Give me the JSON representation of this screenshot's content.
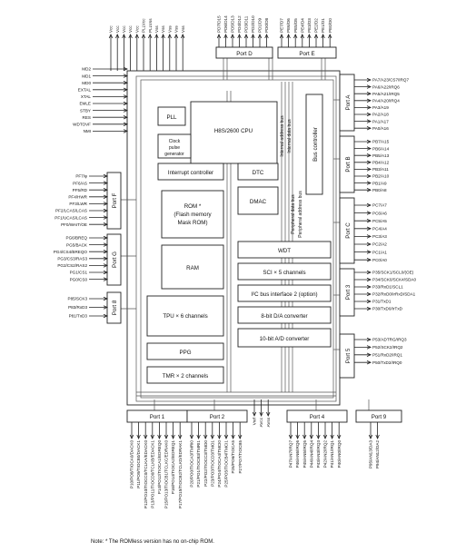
{
  "top_power_pins": [
    "Vcc",
    "Vcc",
    "Vcc",
    "Vcc",
    "Vcc",
    "PLLVcc",
    "PLLVss",
    "Vss",
    "Vss",
    "Vss",
    "Vss",
    "Vss"
  ],
  "port_d_pins": [
    "PD7/D15",
    "PD6/D14",
    "PD5/D13",
    "PD4/D12",
    "PD3/D11",
    "PD2/D10",
    "PD1/D9",
    "PD0/D8"
  ],
  "port_e_pins": [
    "PE7/D7",
    "PE6/D6",
    "PE5/D5",
    "PE4/D4",
    "PE3/D3",
    "PE2/D2",
    "PE1/D1",
    "PE0/D0"
  ],
  "left_control_pins": [
    "MD2",
    "MD1",
    "MD0",
    "EXTAL",
    "XTAL",
    "EMLE",
    "STBY",
    "RES",
    "WDTOVF",
    "NMI"
  ],
  "port_f_pins": [
    "PF7/φ",
    "PF6/AS",
    "PF5/RD",
    "PF4/HWR",
    "PF3/LWR",
    "PF2/LCAS/LCAS",
    "PF1/UCAS/LCAS",
    "PF0/WAIT/OE"
  ],
  "port_g_pins": [
    "PG6/BREQ",
    "PG5/BACK",
    "PG4/CS4/BREQO",
    "PG3/CS3/RAS3",
    "PG2/CS2/RAS2",
    "PG1/CS1",
    "PG0/CS0"
  ],
  "port_8_pins": [
    "P85/SCK3",
    "P83/RxD3",
    "P81/TxD3"
  ],
  "port_a_pins": [
    "PA7/A23/CS7/IRQ7",
    "PA6/A22/IRQ6",
    "PA5/A21/IRQ5",
    "PA4/A20/IRQ4",
    "PA3/A19",
    "PA2/A18",
    "PA1/A17",
    "PA0/A16"
  ],
  "port_b_pins": [
    "PB7/A15",
    "PB6/A14",
    "PB5/A13",
    "PB4/A12",
    "PB3/A11",
    "PB2/A10",
    "PB1/A9",
    "PB0/A8"
  ],
  "port_c_pins": [
    "PC7/A7",
    "PC6/A6",
    "PC5/A5",
    "PC4/A4",
    "PC3/A3",
    "PC2/A2",
    "PC1/A1",
    "PC0/A0"
  ],
  "port_3_pins": [
    "P35/SCK1/SCL0/(OE)",
    "P34/SCK0/SCK4/SDA0",
    "P33/RxD1/SCL1",
    "P32/RxD0/IrRxD/SDA1",
    "P31/TxD1",
    "P30/TxD0/IrTxD"
  ],
  "port_5_pins": [
    "P53/ADTRG/IRQ3",
    "P52/SCK2/IRQ2",
    "P51/RxD2/IRQ1",
    "P50/TxD2/IRQ0"
  ],
  "port_1_pins": [
    "P10/PO8/TIOCA0/DACK0",
    "P11/PO9/TIOCB0/DACK1",
    "P12/PO10/TIOCC0/TCLKA/EDACK0",
    "P13/PO11/TIOCD0/TCLKB/EDACK1",
    "P14/PO12/TIOCA1/EDREQ0",
    "P15/PO13/TIOCB1/TCLKC/EDRAK0",
    "P16/PO14/TIOCA2/EDREQ1",
    "P17/PO15/TIOCB2/TCLKD/EDRAK1"
  ],
  "port_2_pins": [
    "P20/PO0/TIOCA3/TMRI0",
    "P21/PO1/TIOCB3/TMRI1",
    "P22/PO2/TIOCC3/TMO0",
    "P23/PO3/TIOCD3/TMO1",
    "P24/PO4/TIOCA4/TMCI0",
    "P25/PO5/TIOCB4/TMCI1",
    "P26/PO6/TIOCA5",
    "P27/PO7/TIOCB5"
  ],
  "analog_pins": [
    "Vref",
    "AVcc",
    "AVss"
  ],
  "port_4_pins": [
    "P47/AN7/IRQ7",
    "P46/AN6/IRQ6",
    "P45/AN5/IRQ5",
    "P44/AN4/IRQ4",
    "P43/AN3/IRQ3",
    "P42/AN2/IRQ2",
    "P41/AN1/IRQ1",
    "P40/AN0/IRQ0"
  ],
  "port_9_pins": [
    "P95/AN13/DA3",
    "P94/AN12/DA2"
  ],
  "ports": {
    "d": "Port D",
    "e": "Port E",
    "a": "Port A",
    "b": "Port B",
    "c": "Port C",
    "f": "Port F",
    "g": "Port G",
    "p8": "Port 8",
    "p3": "Port 3",
    "p5": "Port 5",
    "p1": "Port 1",
    "p2": "Port 2",
    "p4": "Port 4",
    "p9": "Port 9"
  },
  "blocks": {
    "pll": "PLL",
    "cpu": "H8S/2600 CPU",
    "clock_1": "Clock",
    "clock_2": "pulse",
    "clock_3": "generator",
    "interrupt": "Interrupt controller",
    "dtc": "DTC",
    "dmac": "DMAC",
    "rom_1": "ROM *",
    "rom_2": "(Flash memory",
    "rom_3": "Mask ROM)",
    "ram": "RAM",
    "wdt": "WDT",
    "sci": "SCI × 5 channels",
    "iic": "I²C bus interface 2 (option)",
    "da": "8-bit D/A converter",
    "ad": "10-bit A/D converter",
    "tpu": "TPU × 6 channels",
    "ppg": "PPG",
    "tmr": "TMR × 2 channels",
    "bus_controller": "Bus controller"
  },
  "bus_labels": [
    "Internal address bus",
    "Internal data bus",
    "Peripheral data bus",
    "Peripheral address bus"
  ],
  "note": "Note: * The ROMless version has no on-chip ROM."
}
